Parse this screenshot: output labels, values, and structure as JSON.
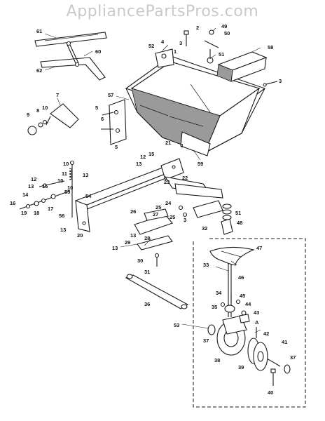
{
  "watermark": "AppliancePartsPros.com",
  "callouts": [
    "1",
    "2",
    "3",
    "4",
    "5",
    "6",
    "7",
    "8",
    "9",
    "10",
    "11",
    "12",
    "13",
    "14",
    "15",
    "16",
    "17",
    "18",
    "19",
    "20",
    "21",
    "22",
    "23",
    "24",
    "25",
    "26",
    "27",
    "28",
    "29",
    "30",
    "31",
    "32",
    "33",
    "34",
    "35",
    "36",
    "37",
    "38",
    "39",
    "40",
    "41",
    "42",
    "43",
    "44",
    "45",
    "46",
    "47",
    "48",
    "49",
    "50",
    "51",
    "52",
    "53",
    "54",
    "55",
    "56",
    "57",
    "58",
    "59",
    "60",
    "61",
    "62",
    "A"
  ]
}
